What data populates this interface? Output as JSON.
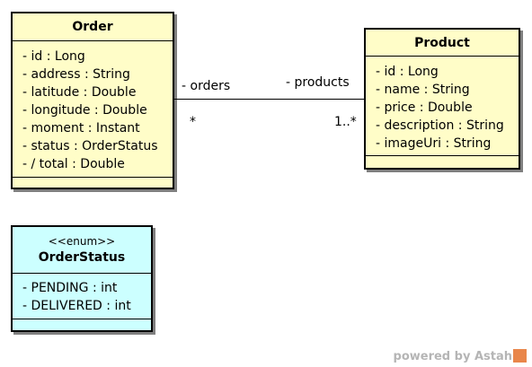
{
  "classes": {
    "order": {
      "name": "Order",
      "attributes": [
        "- id : Long",
        "- address : String",
        "- latitude : Double",
        "- longitude : Double",
        "- moment : Instant",
        "- status : OrderStatus",
        "- / total : Double"
      ]
    },
    "product": {
      "name": "Product",
      "attributes": [
        "- id : Long",
        "- name : String",
        "- price : Double",
        "- description : String",
        "- imageUri : String"
      ]
    },
    "order_status": {
      "stereotype": "<<enum>>",
      "name": "OrderStatus",
      "attributes": [
        "- PENDING : int",
        "- DELIVERED : int"
      ]
    }
  },
  "association": {
    "left_role": "- orders",
    "right_role": "- products",
    "left_multiplicity": "*",
    "right_multiplicity": "1..*"
  },
  "watermark": "powered by Astah",
  "colors": {
    "class_fill": "#fffdc8",
    "enum_fill": "#ccffff",
    "watermark": "#b5b5b5",
    "logo": "#e9864a"
  }
}
